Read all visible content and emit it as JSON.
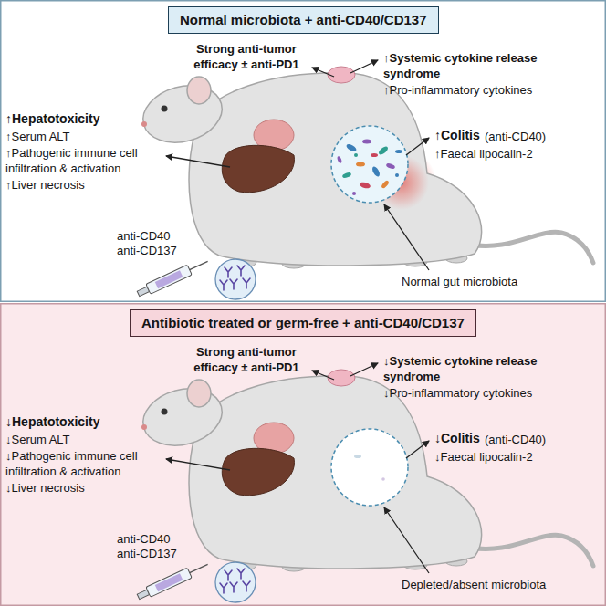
{
  "diagram": {
    "nodes": [
      {
        "text": [
          "Normal microbiota + anti-CD40/CD137"
        ]
      },
      {
        "text": [
          "Antibiotic treated or germ-free + anti-CD40/CD137"
        ]
      }
    ],
    "labels": [
      "Strong anti-tumor efficacy ± anti-PD1",
      "↑Systemic cytokine release syndrome",
      "↑Pro-inflammatory cytokines",
      "↑Hepatotoxicity",
      "↑Serum ALT",
      "↑Pathogenic immune cell infiltration & activation",
      "↑Liver necrosis",
      "↑Colitis",
      "(anti-CD40)",
      "↑Faecal lipocalin-2",
      "anti-CD40",
      "anti-CD137",
      "Normal gut microbiota",
      "Strong anti-tumor efficacy ± anti-PD1",
      "↓Systemic cytokine release syndrome",
      "↓Pro-inflammatory cytokines",
      "↓Hepatotoxicity",
      "↓Serum ALT",
      "↓Pathogenic immune cell infiltration & activation",
      "↓Liver necrosis",
      "↓Colitis",
      "(anti-CD40)",
      "↓Faecal lipocalin-2",
      "anti-CD40",
      "anti-CD137",
      "Depleted/absent microbiota"
    ]
  }
}
